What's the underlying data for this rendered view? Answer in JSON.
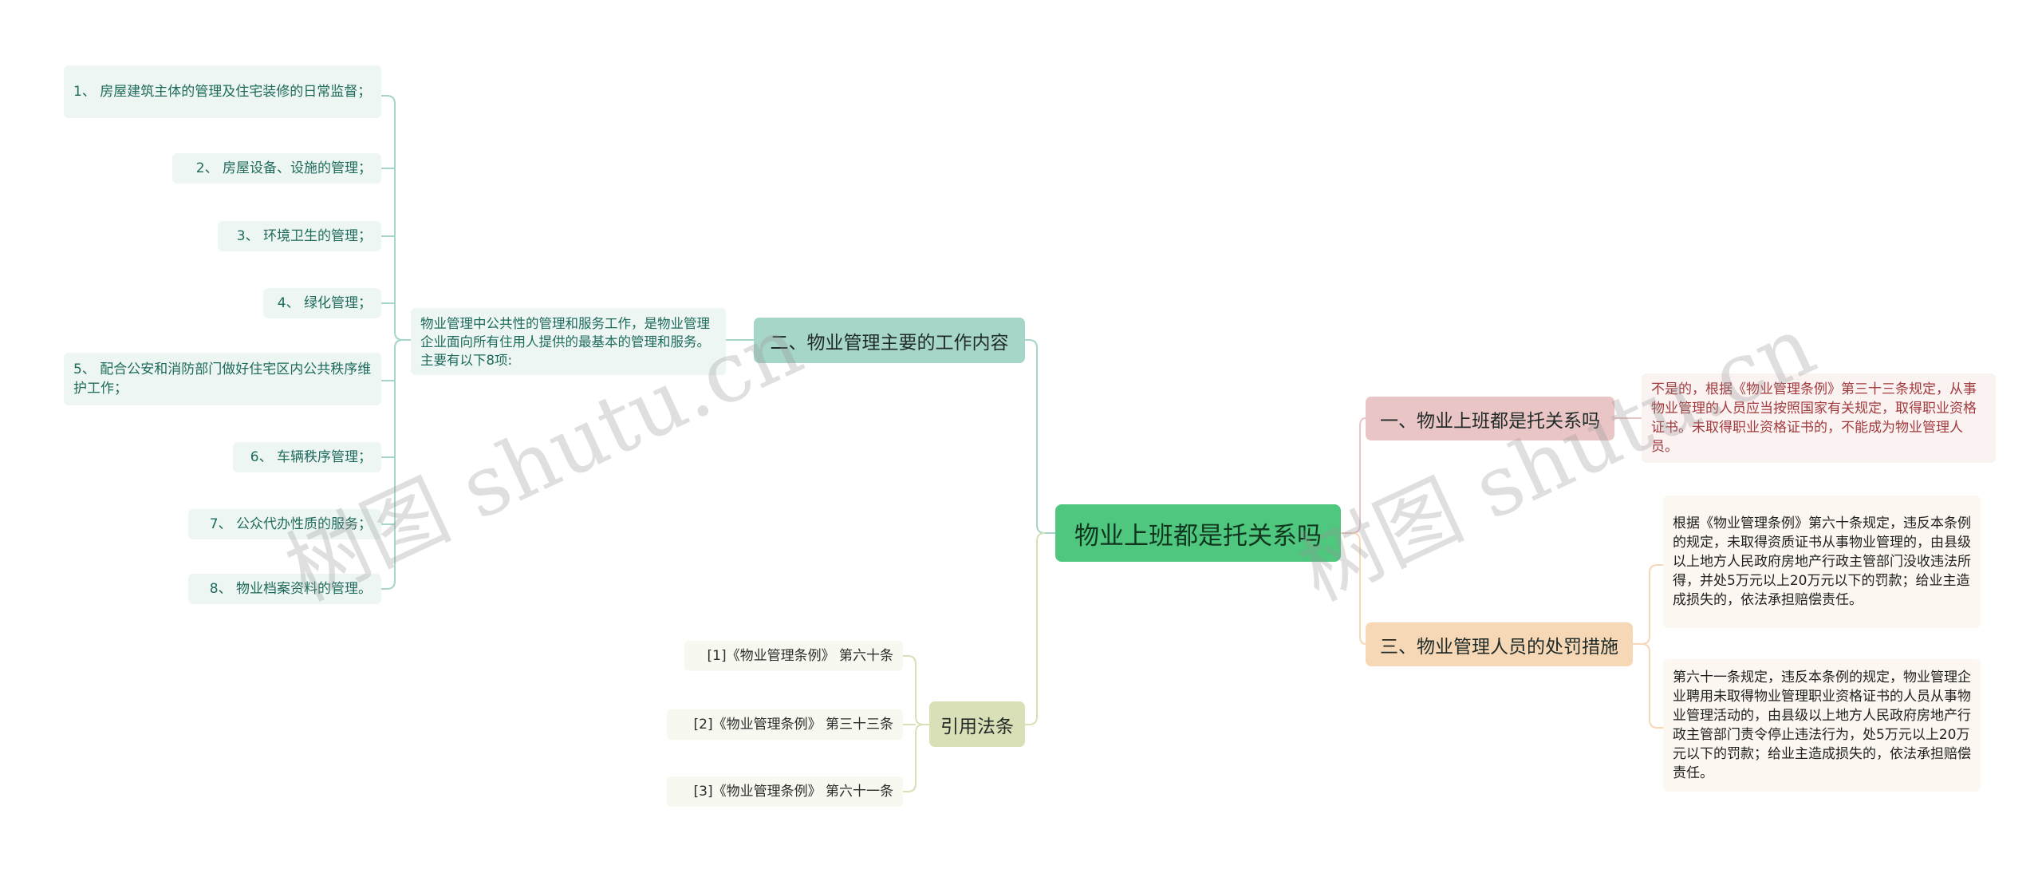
{
  "root": {
    "title": "物业上班都是托关系吗"
  },
  "branches": {
    "content": {
      "title": "二、物业管理主要的工作内容",
      "intro": "物业管理中公共性的管理和服务工作，是物业管理企业面向所有住用人提供的最基本的管理和服务。主要有以下8项:",
      "items": [
        "1、 房屋建筑主体的管理及住宅装修的日常监督；",
        "2、 房屋设备、设施的管理；",
        "3、 环境卫生的管理；",
        "4、 绿化管理；",
        "5、 配合公安和消防部门做好住宅区内公共秩序维护工作；",
        "6、 车辆秩序管理；",
        "7、 公众代办性质的服务；",
        "8、 物业档案资料的管理。"
      ]
    },
    "law": {
      "title": "引用法条",
      "items": [
        "[1]《物业管理条例》 第六十条",
        "[2]《物业管理条例》 第三十三条",
        "[3]《物业管理条例》 第六十一条"
      ]
    },
    "relation": {
      "title": "一、物业上班都是托关系吗",
      "detail": "不是的，根据《物业管理条例》第三十三条规定，从事物业管理的人员应当按照国家有关规定，取得职业资格证书。未取得职业资格证书的，不能成为物业管理人员。"
    },
    "penalty": {
      "title": "三、物业管理人员的处罚措施",
      "items": [
        "根据《物业管理条例》第六十条规定，违反本条例的规定，未取得资质证书从事物业管理的，由县级以上地方人民政府房地产行政主管部门没收违法所得，并处5万元以上20万元以下的罚款；给业主造成损失的，依法承担赔偿责任。",
        "第六十一条规定，违反本条例的规定，物业管理企业聘用未取得物业管理职业资格证书的人员从事物业管理活动的，由县级以上地方人民政府房地产行政主管部门责令停止违法行为，处5万元以上20万元以下的罚款；给业主造成损失的，依法承担赔偿责任。"
      ]
    }
  },
  "watermark": {
    "text": "树图 shutu.cn"
  },
  "colors": {
    "root": "#4fc77e",
    "content": "#a6d5ca",
    "law": "#d9dfb6",
    "relation": "#e9c5c6",
    "penalty": "#f6d8b7"
  }
}
